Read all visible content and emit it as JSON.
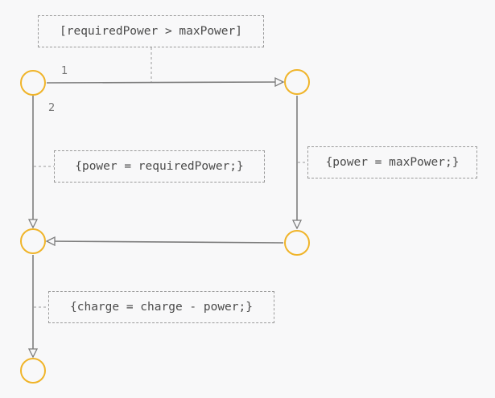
{
  "diagram": {
    "guard": "[requiredPower > maxPower]",
    "actions": {
      "left": "{power = requiredPower;}",
      "right": "{power = maxPower;}",
      "bottom": "{charge = charge - power;}"
    },
    "priorities": [
      "1",
      "2"
    ],
    "colors": {
      "junction_stroke": "#f0b429",
      "line": "#7d7d7d",
      "annotation_border": "#9a9a9a",
      "text": "#4a4a4a",
      "background": "#f8f8f9"
    }
  }
}
